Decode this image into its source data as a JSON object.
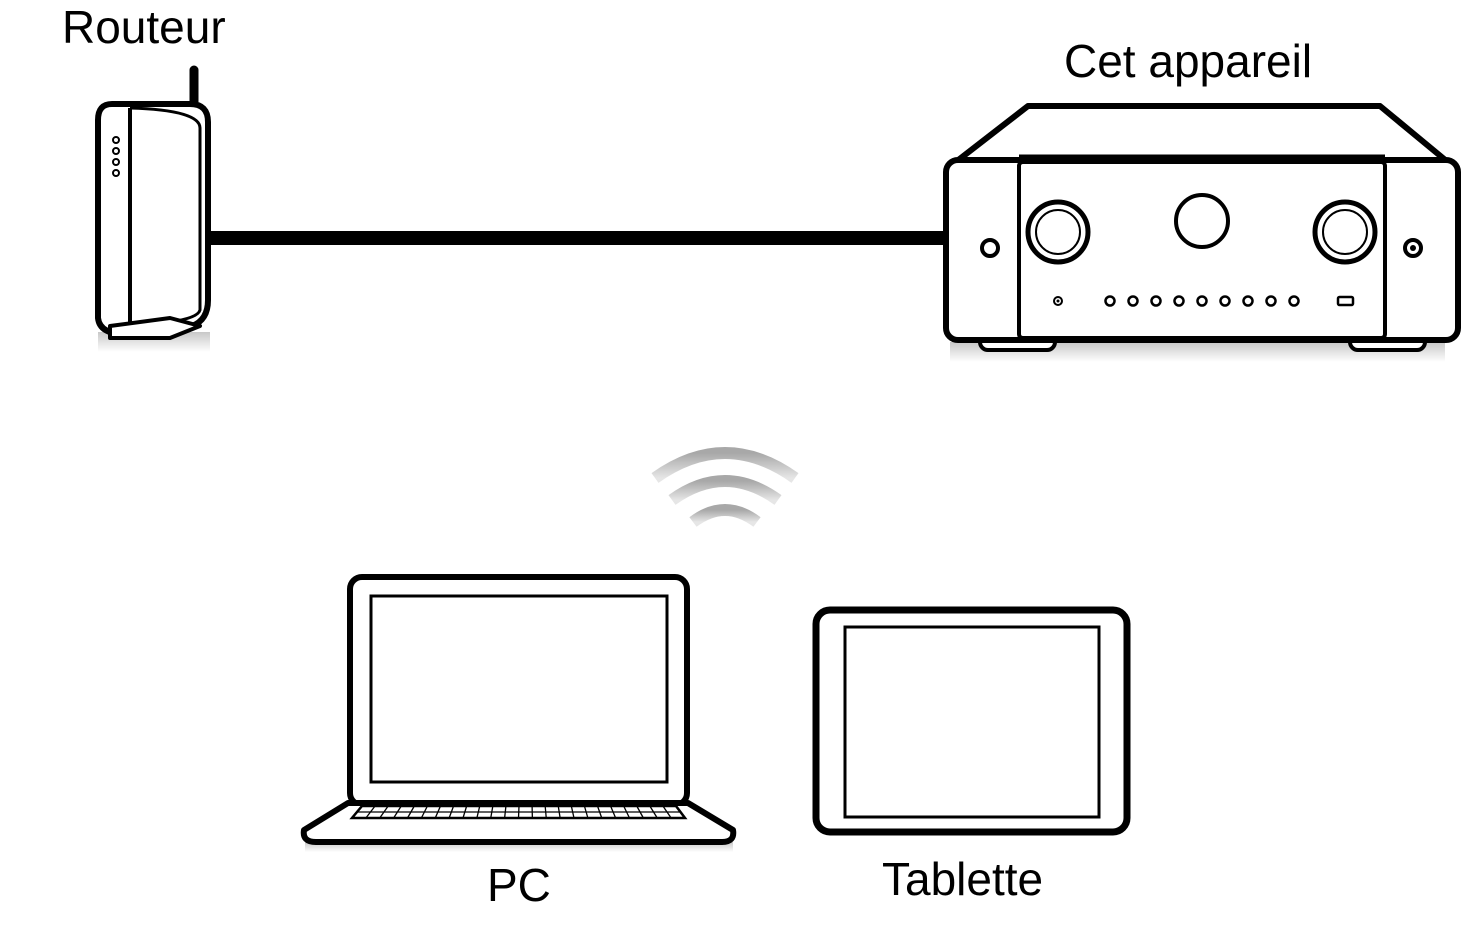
{
  "labels": {
    "router": "Routeur",
    "device": "Cet appareil",
    "pc": "PC",
    "tablet": "Tablette"
  },
  "colors": {
    "line": "#000000",
    "fill": "#ffffff",
    "shadow": "#d9d9d9",
    "wifi_wave": "#bdbdbd"
  },
  "icons": {
    "router": "wifi-router-icon",
    "device": "av-receiver-icon",
    "pc": "laptop-icon",
    "tablet": "tablet-icon",
    "wireless": "wifi-signal-icon"
  },
  "connections": [
    {
      "from": "router",
      "to": "device",
      "type": "wired"
    },
    {
      "from": "router",
      "to": "pc",
      "type": "wireless"
    },
    {
      "from": "router",
      "to": "tablet",
      "type": "wireless"
    }
  ],
  "receiver": {
    "front_indicator_count": 9
  }
}
